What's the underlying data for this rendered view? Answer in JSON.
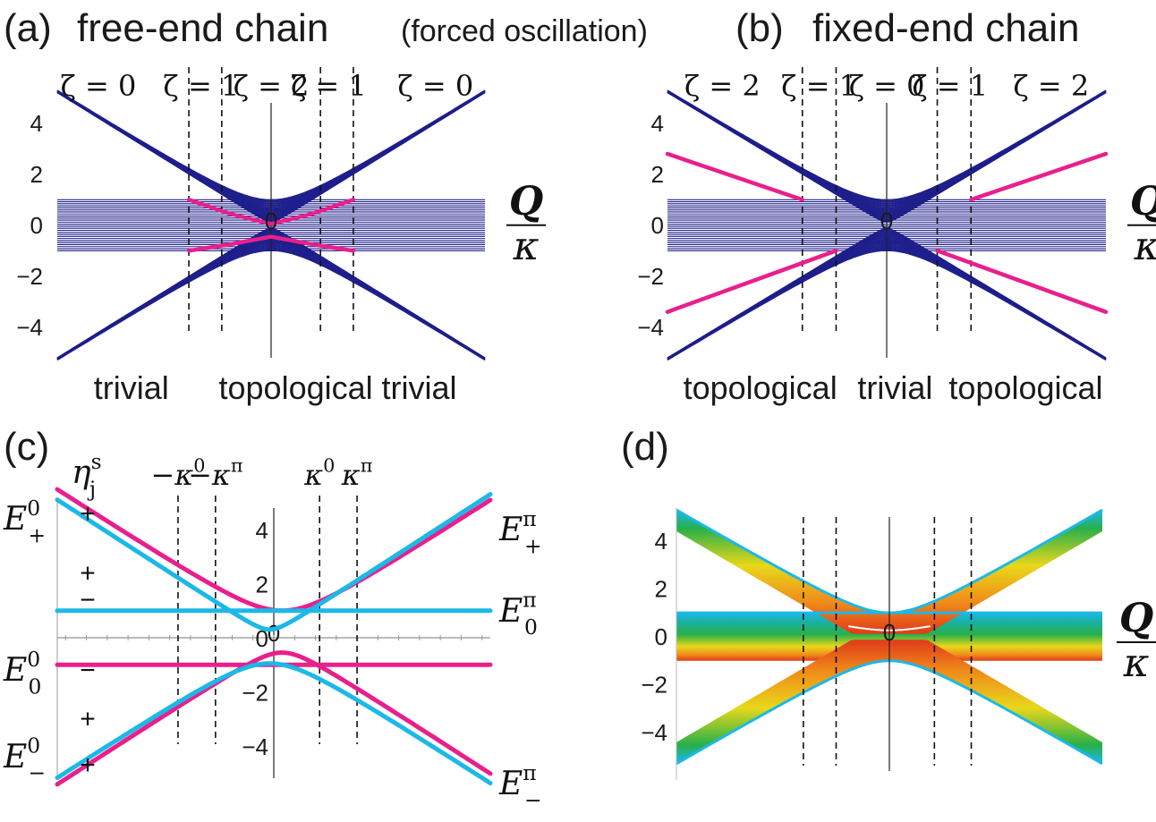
{
  "figure": {
    "panels": [
      {
        "label": "(a)",
        "title": "free-end chain",
        "note": "(forced oscillation)"
      },
      {
        "label": "(b)",
        "title": "fixed-end chain"
      },
      {
        "label": "(c)"
      },
      {
        "label": "(d)"
      }
    ]
  },
  "colors": {
    "band": "#1f1f8c",
    "magenta": "#e8208c",
    "cyan": "#1cb8e8",
    "dashed": "#111111"
  },
  "chart_data": [
    {
      "type": "line",
      "panel": "a",
      "title": "free-end chain",
      "note": "(forced oscillation)",
      "xlim": [
        -5.2,
        5.2
      ],
      "ylim": [
        -5.2,
        4.8
      ],
      "yticks": [
        4,
        2,
        0,
        -2,
        -4
      ],
      "ylabel_num": "Q",
      "ylabel_den": "κ",
      "center_label": "0",
      "vlines": [
        -2,
        -1.2,
        1.2,
        2
      ],
      "zeta_labels": [
        {
          "x": -4.2,
          "text": "ζ = 0"
        },
        {
          "x": -1.7,
          "text": "ζ = 1"
        },
        {
          "x": 0,
          "text": "ζ = 2"
        },
        {
          "x": 1.4,
          "text": "ζ = 1"
        },
        {
          "x": 4.0,
          "text": "ζ = 0"
        }
      ],
      "regions": [
        {
          "x": -3.4,
          "text": "trivial"
        },
        {
          "x": 0.6,
          "text": "topological"
        },
        {
          "x": 3.6,
          "text": "trivial"
        }
      ],
      "bands": {
        "n_lines": 26,
        "outer_offset_range": [
          0.12,
          1.0
        ],
        "flat_levels_range": [
          -1.0,
          1.0
        ]
      },
      "edge_modes": [
        {
          "color": "magenta",
          "x": [
            -2,
            -1,
            0,
            1,
            2
          ],
          "y": [
            1.0,
            0.45,
            0.05,
            0.45,
            1.0
          ]
        },
        {
          "color": "magenta",
          "x": [
            -2,
            -1,
            0,
            1,
            2
          ],
          "y": [
            -1.0,
            -0.75,
            -0.45,
            -0.75,
            -1.0
          ]
        }
      ]
    },
    {
      "type": "line",
      "panel": "b",
      "title": "fixed-end chain",
      "xlim": [
        -5.2,
        5.2
      ],
      "ylim": [
        -5.2,
        4.8
      ],
      "yticks": [
        4,
        2,
        0,
        -2,
        -4
      ],
      "ylabel_num": "Q",
      "ylabel_den": "κ",
      "center_label": "0",
      "vlines": [
        -2,
        -1.2,
        1.2,
        2
      ],
      "zeta_labels": [
        {
          "x": -3.9,
          "text": "ζ = 2"
        },
        {
          "x": -1.6,
          "text": "ζ = 1"
        },
        {
          "x": 0,
          "text": "ζ = 0"
        },
        {
          "x": 1.5,
          "text": "ζ = 1"
        },
        {
          "x": 3.9,
          "text": "ζ = 2"
        }
      ],
      "regions": [
        {
          "x": -3.0,
          "text": "topological"
        },
        {
          "x": 0.2,
          "text": "trivial"
        },
        {
          "x": 3.3,
          "text": "topological"
        }
      ],
      "bands": {
        "n_lines": 26,
        "outer_offset_range": [
          0.12,
          1.0
        ],
        "flat_levels_range": [
          -1.0,
          1.0
        ]
      },
      "edge_modes": [
        {
          "color": "magenta",
          "x": [
            -5.2,
            -2
          ],
          "y": [
            2.8,
            1.0
          ]
        },
        {
          "color": "magenta",
          "x": [
            2,
            5.2
          ],
          "y": [
            1.0,
            2.8
          ]
        },
        {
          "color": "magenta",
          "x": [
            -5.2,
            -1.2
          ],
          "y": [
            -3.4,
            -1.0
          ]
        },
        {
          "color": "magenta",
          "x": [
            1.2,
            5.2
          ],
          "y": [
            -1.0,
            -3.4
          ]
        }
      ]
    },
    {
      "type": "line",
      "panel": "c",
      "xlim": [
        -5.2,
        5.2
      ],
      "ylim": [
        -5.2,
        4.8
      ],
      "yticks": [
        4,
        2,
        0,
        -2,
        -4
      ],
      "center_label": "0",
      "vlines": [
        -2.3,
        -1.4,
        1.1,
        2.0
      ],
      "top_symbols": [
        {
          "x": -2.3,
          "text": "−κ",
          "sup": "0"
        },
        {
          "x": -1.4,
          "text": "−κ",
          "sup": "π"
        },
        {
          "x": 1.1,
          "text": "κ",
          "sup": "0"
        },
        {
          "x": 2.0,
          "text": "κ",
          "sup": "π"
        }
      ],
      "eta_label": {
        "text": "η",
        "sub": "j",
        "sup": "s"
      },
      "signs": [
        {
          "y": 4.6,
          "text": "+"
        },
        {
          "y": 2.4,
          "text": "+"
        },
        {
          "y": 1.4,
          "text": "−"
        },
        {
          "y": -1.2,
          "text": "−"
        },
        {
          "y": -3.0,
          "text": "+"
        },
        {
          "y": -4.7,
          "text": "+"
        }
      ],
      "left_labels": [
        {
          "y": 4.4,
          "text": "E",
          "sup": "0",
          "sub": "+"
        },
        {
          "y": -1.2,
          "text": "E",
          "sup": "0",
          "sub": "0"
        },
        {
          "y": -4.4,
          "text": "E",
          "sup": "0",
          "sub": "−"
        }
      ],
      "right_labels": [
        {
          "y": 4.0,
          "text": "E",
          "sup": "π",
          "sub": "+"
        },
        {
          "y": 1.0,
          "text": "E",
          "sup": "π",
          "sub": "0"
        },
        {
          "y": -5.4,
          "text": "E",
          "sup": "π",
          "sub": "−"
        }
      ],
      "series": [
        {
          "name": "E+0",
          "color": "magenta",
          "kind": "hyperbola",
          "sign": 1,
          "a": 1.0,
          "shift": 0.2
        },
        {
          "name": "E-0",
          "color": "magenta",
          "kind": "hyperbola",
          "sign": -1,
          "a": 0.55,
          "shift": 0.2
        },
        {
          "name": "E00",
          "color": "magenta",
          "kind": "flat",
          "level": -1.0
        },
        {
          "name": "E+pi",
          "color": "cyan",
          "kind": "hyperbola",
          "sign": 1,
          "a": 0.3,
          "shift": -0.1
        },
        {
          "name": "E-pi",
          "color": "cyan",
          "kind": "hyperbola",
          "sign": -1,
          "a": 0.95,
          "shift": -0.1
        },
        {
          "name": "E0pi",
          "color": "cyan",
          "kind": "flat",
          "level": 1.0
        }
      ]
    },
    {
      "type": "area",
      "panel": "d",
      "xlim": [
        -5.2,
        5.2
      ],
      "ylim": [
        -5.6,
        5.0
      ],
      "yticks": [
        4,
        2,
        0,
        -2,
        -4
      ],
      "ylabel_num": "Q",
      "ylabel_den": "κ",
      "center_label": "0",
      "vlines": [
        -2.1,
        -1.3,
        1.1,
        2.0
      ],
      "gradient": [
        "#e03a1a",
        "#f08a1a",
        "#e8d81a",
        "#28b04a",
        "#1ab0a0",
        "#1cb8e8"
      ],
      "outline_color": "cyan"
    }
  ]
}
